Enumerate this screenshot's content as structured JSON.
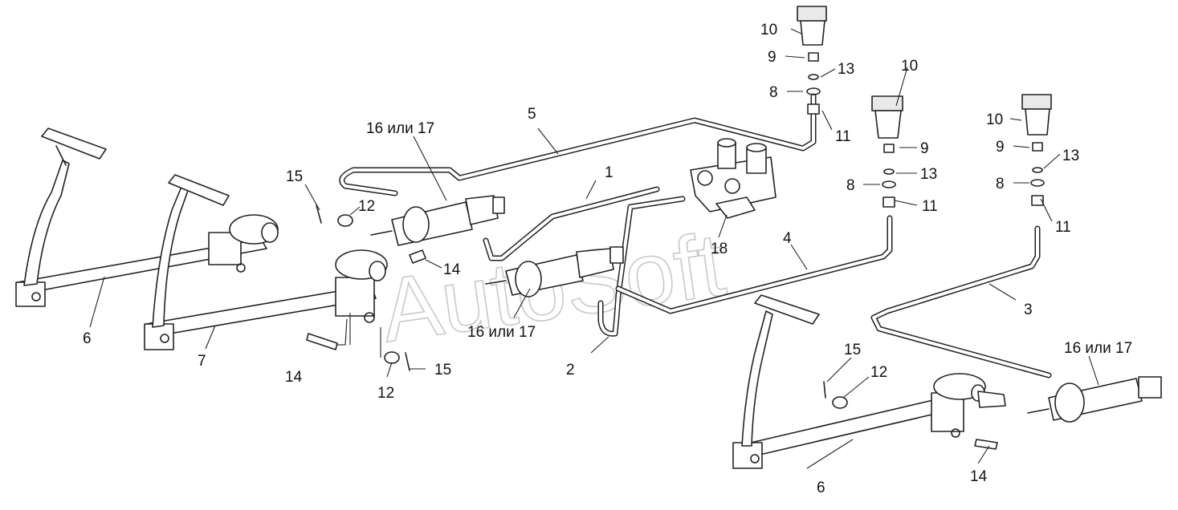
{
  "watermark": "AutoSoft",
  "callouts": {
    "c1": "1",
    "c2": "2",
    "c3": "3",
    "c4": "4",
    "c5": "5",
    "c6a": "6",
    "c6b": "6",
    "c7": "7",
    "c8a": "8",
    "c8b": "8",
    "c8c": "8",
    "c9a": "9",
    "c9b": "9",
    "c9c": "9",
    "c10a": "10",
    "c10b": "10",
    "c10c": "10",
    "c11a": "11",
    "c11b": "11",
    "c11c": "11",
    "c12a": "12",
    "c12b": "12",
    "c12c": "12",
    "c13a": "13",
    "c13b": "13",
    "c13c": "13",
    "c14a": "14",
    "c14b": "14",
    "c14c": "14",
    "c15a": "15",
    "c15b": "15",
    "c15c": "15",
    "c16a": "16 или 17",
    "c16b": "16 или 17",
    "c16c": "16 или 17",
    "c18": "18"
  }
}
